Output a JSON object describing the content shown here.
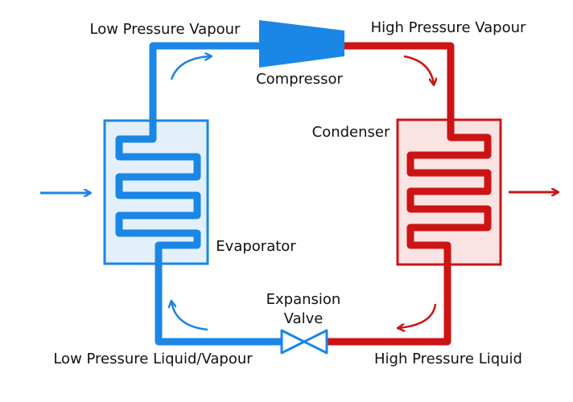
{
  "labels": {
    "low_pressure_vapour": "Low Pressure Vapour",
    "high_pressure_vapour": "High Pressure Vapour",
    "compressor": "Compressor",
    "condenser": "Condenser",
    "evaporator": "Evaporator",
    "expansion_valve_line1": "Expansion",
    "expansion_valve_line2": "Valve",
    "low_pressure_liquid_vapour": "Low Pressure Liquid/Vapour",
    "high_pressure_liquid": "High Pressure Liquid"
  },
  "colors": {
    "cold": "#1a86e6",
    "hot": "#cc1414",
    "evaporator_fill": "#e3f0fb",
    "condenser_fill": "#f9e3e3"
  }
}
